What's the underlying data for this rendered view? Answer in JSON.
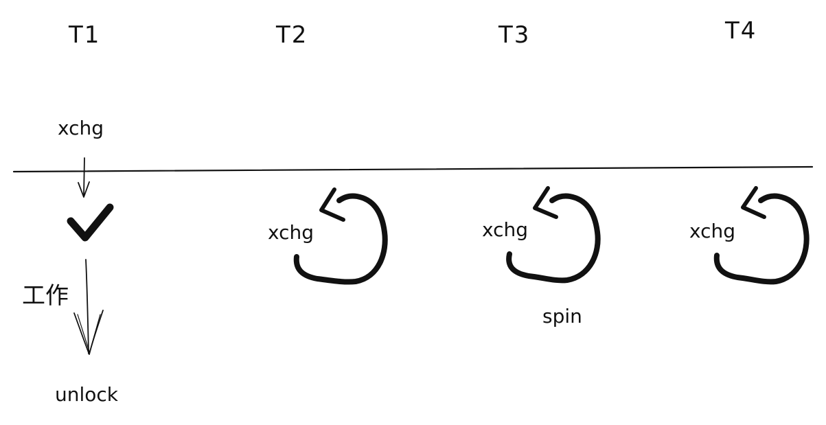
{
  "threads": [
    {
      "label": "T1"
    },
    {
      "label": "T2"
    },
    {
      "label": "T3"
    },
    {
      "label": "T4"
    }
  ],
  "t1": {
    "acquire_op": "xchg",
    "work_label": "工作",
    "release_op": "unlock"
  },
  "spinners": [
    {
      "op": "xchg"
    },
    {
      "op": "xchg"
    },
    {
      "op": "xchg"
    }
  ],
  "spin_label": "spin",
  "colors": {
    "ink": "#111111",
    "background": "#ffffff"
  }
}
